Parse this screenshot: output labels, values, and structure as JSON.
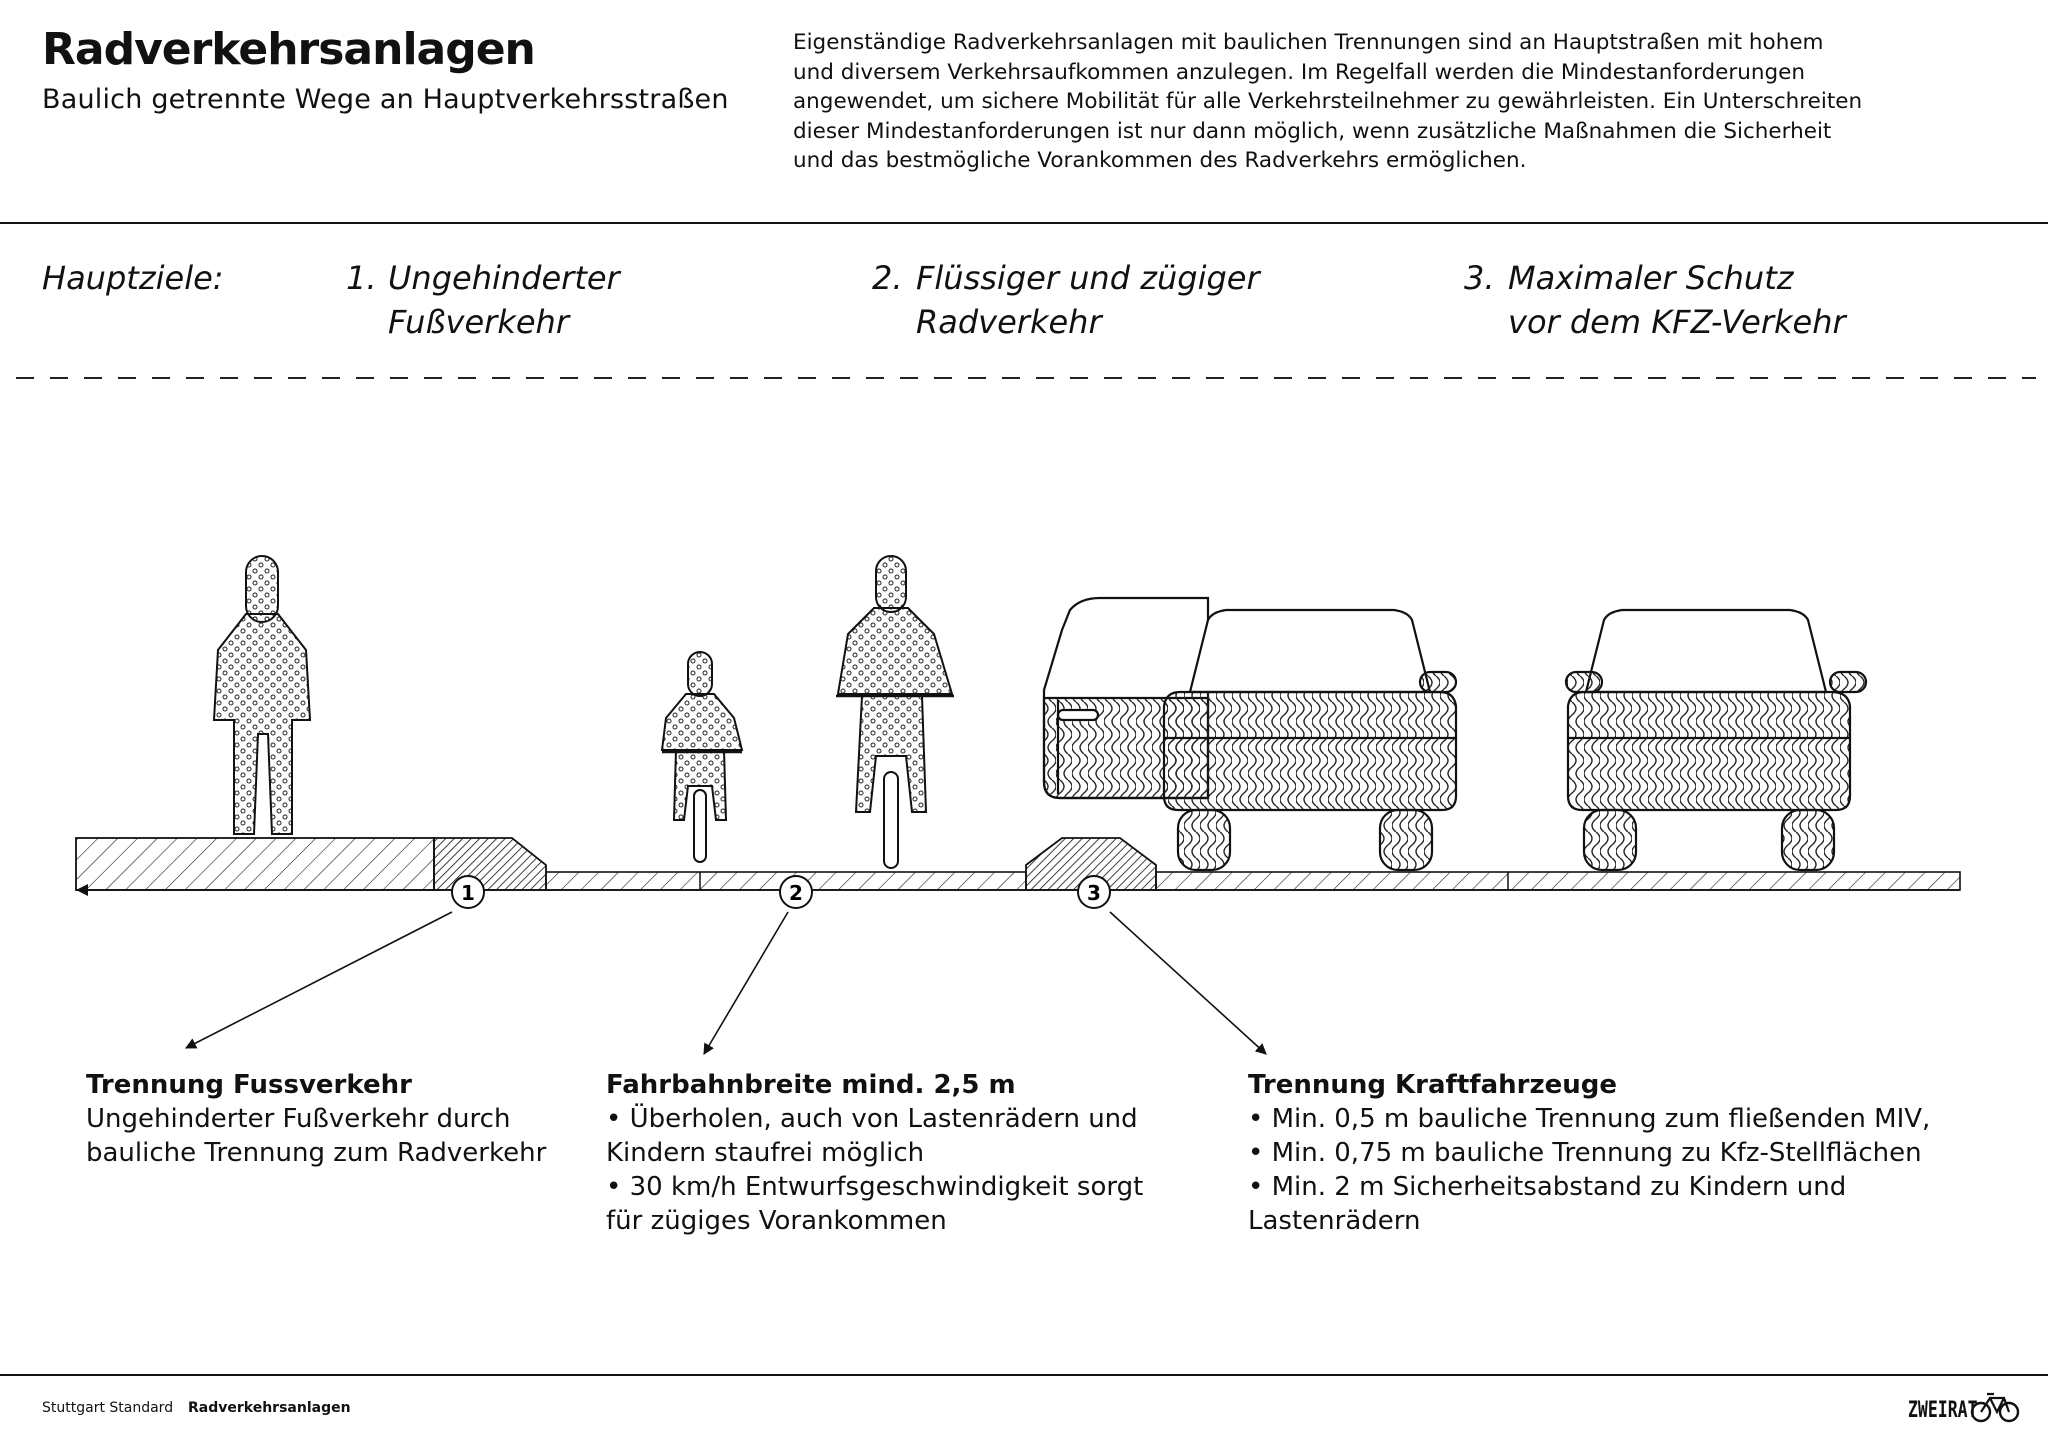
{
  "header": {
    "title": "Radverkehrsanlagen",
    "subtitle": "Baulich getrennte Wege an Hauptverkehrsstraßen",
    "intro_lines": [
      "Eigenständige Radverkehrsanlagen mit baulichen Trennungen sind an Hauptstraßen mit hohem",
      "und diversem Verkehrsaufkommen anzulegen. Im Regelfall werden die Mindestanforderungen",
      "angewendet, um sichere Mobilität für alle Verkehrsteilnehmer zu gewährleisten. Ein Unterschreiten",
      "dieser Mindestanforderungen ist nur dann möglich, wenn zusätzliche Maßnahmen die Sicherheit",
      "und das bestmögliche Vorankommen des Radverkehrs ermöglichen."
    ]
  },
  "goals": {
    "label": "Hauptziele:",
    "items": [
      {
        "number": "1.",
        "lines": [
          "Ungehinderter",
          "Fußverkehr"
        ]
      },
      {
        "number": "2.",
        "lines": [
          "Flüssiger und zügiger",
          "Radverkehr"
        ]
      },
      {
        "number": "3.",
        "lines": [
          "Maximaler Schutz",
          "vor dem KFZ-Verkehr"
        ]
      }
    ]
  },
  "markers": [
    "1",
    "2",
    "3"
  ],
  "callouts": [
    {
      "heading": "Trennung Fussverkehr",
      "lines": [
        "Ungehinderter Fußverkehr durch",
        "bauliche Trennung zum Radverkehr"
      ]
    },
    {
      "heading": "Fahrbahnbreite mind. 2,5 m",
      "lines": [
        "• Überholen, auch von Lastenrädern und",
        "Kindern staufrei möglich",
        "• 30 km/h Entwurfsgeschwindigkeit sorgt",
        "für zügiges Vorankommen"
      ]
    },
    {
      "heading": "Trennung Kraftfahrzeuge",
      "lines": [
        "• Min. 0,5 m bauliche Trennung zum fließenden MIV,",
        "• Min. 0,75 m bauliche Trennung zu Kfz-Stellflächen",
        "• Min. 2 m Sicherheitsabstand zu Kindern und",
        "Lastenrädern"
      ]
    }
  ],
  "footer": {
    "left": "Stuttgart Standard",
    "title": "Radverkehrsanlagen",
    "brand": "ZWEIRAT"
  },
  "icons": {
    "pedestrian": "pedestrian-icon",
    "child_cyclist": "child-cyclist-icon",
    "adult_cyclist": "adult-cyclist-icon",
    "parked_car": "parked-car-icon",
    "moving_car": "moving-car-icon",
    "bicycle_logo": "bicycle-icon"
  },
  "colors": {
    "ink": "#111111",
    "background": "#ffffff"
  }
}
